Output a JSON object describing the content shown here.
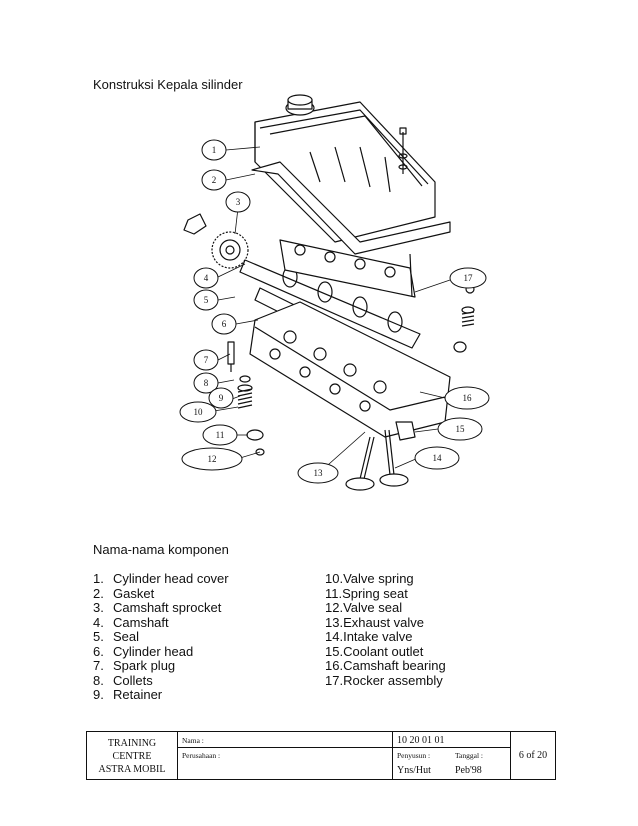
{
  "section_title": "Konstruksi Kepala silinder",
  "components_title": "Nama-nama komponen",
  "diagram_callouts": [
    "1",
    "2",
    "3",
    "4",
    "5",
    "6",
    "7",
    "8",
    "9",
    "10",
    "11",
    "12",
    "13",
    "14",
    "15",
    "16",
    "17"
  ],
  "components_left": [
    {
      "num": "1.",
      "label": "Cylinder head cover"
    },
    {
      "num": "2.",
      "label": "Gasket"
    },
    {
      "num": "3.",
      "label": "Camshaft sprocket"
    },
    {
      "num": "4.",
      "label": "Camshaft"
    },
    {
      "num": "5.",
      "label": "Seal"
    },
    {
      "num": "6.",
      "label": "Cylinder head"
    },
    {
      "num": "7.",
      "label": "Spark plug"
    },
    {
      "num": "8.",
      "label": "Collets"
    },
    {
      "num": "9.",
      "label": "Retainer"
    }
  ],
  "components_right": [
    {
      "num": "10.",
      "label": "Valve spring"
    },
    {
      "num": "11.",
      "label": "Spring seat"
    },
    {
      "num": "12.",
      "label": "Valve seal"
    },
    {
      "num": "13.",
      "label": "Exhaust valve"
    },
    {
      "num": "14.",
      "label": "Intake valve"
    },
    {
      "num": "15.",
      "label": "Coolant outlet"
    },
    {
      "num": "16.",
      "label": "Camshaft bearing"
    },
    {
      "num": "17.",
      "label": "Rocker assembly"
    }
  ],
  "footer": {
    "org_line1": "TRAINING",
    "org_line2": "CENTRE",
    "org_line3": "ASTRA MOBIL",
    "nama_label": "Nama :",
    "perusahaan_label": "Perusahaan :",
    "code": "10 20 01 01",
    "penyusun_label": "Penyusun :",
    "penyusun_value": "Yns/Hut",
    "tanggal_label": "Tanggal :",
    "tanggal_value": "Peb'98",
    "page": "6 of 20"
  }
}
